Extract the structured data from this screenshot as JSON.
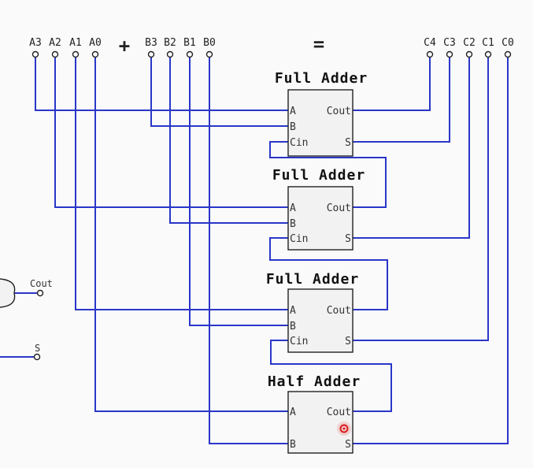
{
  "inputs_a": [
    "A3",
    "A2",
    "A1",
    "A0"
  ],
  "inputs_b": [
    "B3",
    "B2",
    "B1",
    "B0"
  ],
  "outputs_c": [
    "C4",
    "C3",
    "C2",
    "C1",
    "C0"
  ],
  "plus_symbol": "+",
  "equals_symbol": "=",
  "adders": [
    {
      "title": "Full Adder",
      "pins": {
        "a": "A",
        "b": "B",
        "cin": "Cin",
        "cout": "Cout",
        "s": "S"
      }
    },
    {
      "title": "Full Adder",
      "pins": {
        "a": "A",
        "b": "B",
        "cin": "Cin",
        "cout": "Cout",
        "s": "S"
      }
    },
    {
      "title": "Full Adder",
      "pins": {
        "a": "A",
        "b": "B",
        "cin": "Cin",
        "cout": "Cout",
        "s": "S"
      }
    },
    {
      "title": "Half Adder",
      "pins": {
        "a": "A",
        "b": "B",
        "cout": "Cout",
        "s": "S"
      }
    }
  ],
  "side_labels": {
    "cout": "Cout",
    "s": "S"
  },
  "colors": {
    "wire": "#2a36c8",
    "cursor": "#d81b1b"
  }
}
